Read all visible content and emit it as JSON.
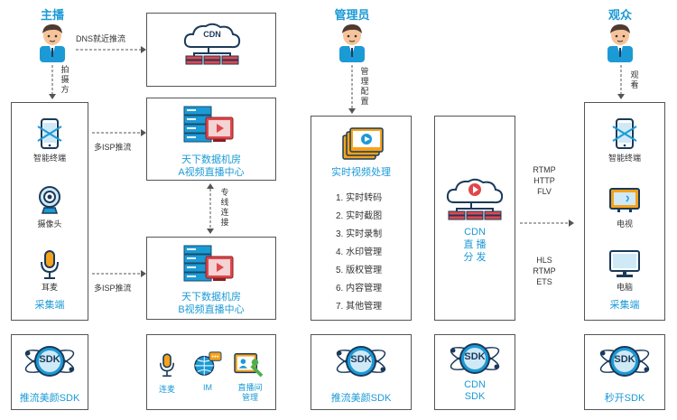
{
  "roles": {
    "anchor": "主播",
    "admin": "管理员",
    "audience": "观众"
  },
  "flows": {
    "dns_push": "DNS就近推流",
    "shoot_side": [
      "拍",
      "摄",
      "方"
    ],
    "isp_push_a": "多ISP推流",
    "isp_push_b": "多ISP推流",
    "dedicated_line": [
      "专",
      "线",
      "连",
      "接"
    ],
    "admin_config": [
      "管",
      "理",
      "配",
      "置"
    ],
    "watch": [
      "观",
      "看"
    ],
    "proto_top": [
      "RTMP",
      "HTTP",
      "FLV"
    ],
    "proto_bottom": [
      "HLS",
      "RTMP",
      "ETS"
    ]
  },
  "cdn_label": "CDN",
  "collect": {
    "items": [
      "智能终端",
      "摄像头",
      "耳麦"
    ],
    "title": "采集端"
  },
  "datacenter_a": {
    "line1": "天下数据机房",
    "line2": "A视频直播中心"
  },
  "datacenter_b": {
    "line1": "天下数据机房",
    "line2": "B视频直播中心"
  },
  "processing": {
    "title": "实时视频处理",
    "items": [
      "1.  实时转码",
      "2.  实时截图",
      "3.  实时录制",
      "4.  水印管理",
      "5.  版权管理",
      "6.  内容管理",
      "7.  其他管理"
    ]
  },
  "cdn_dist": {
    "lines": [
      "CDN",
      "直 播",
      "分 发"
    ]
  },
  "audience_side": {
    "items": [
      "智能终端",
      "电视",
      "电脑"
    ],
    "title": "采集端"
  },
  "sdk": {
    "badge": "SDK",
    "push_beauty_1": "推流美颜SDK",
    "push_beauty_2": "推流美颜SDK",
    "cdn_sdk": [
      "CDN",
      "SDK"
    ],
    "instant_open": "秒开SDK",
    "features": [
      "连麦",
      "IM",
      "直播间",
      "管理"
    ]
  },
  "colors": {
    "accent": "#1b9ad6",
    "skin": "#f7c39a",
    "hair": "#4d3b33",
    "server_red": "#e0474c",
    "server_blue": "#1b9ad6",
    "video_orange": "#f7a21b"
  },
  "icons": [
    "person-icon",
    "cdn-cloud-icon",
    "server-icon",
    "phone-icon",
    "webcam-icon",
    "mic-icon",
    "video-screen-icon",
    "tv-icon",
    "monitor-icon",
    "sdk-globe-icon",
    "chat-globe-icon",
    "chat-people-icon"
  ]
}
